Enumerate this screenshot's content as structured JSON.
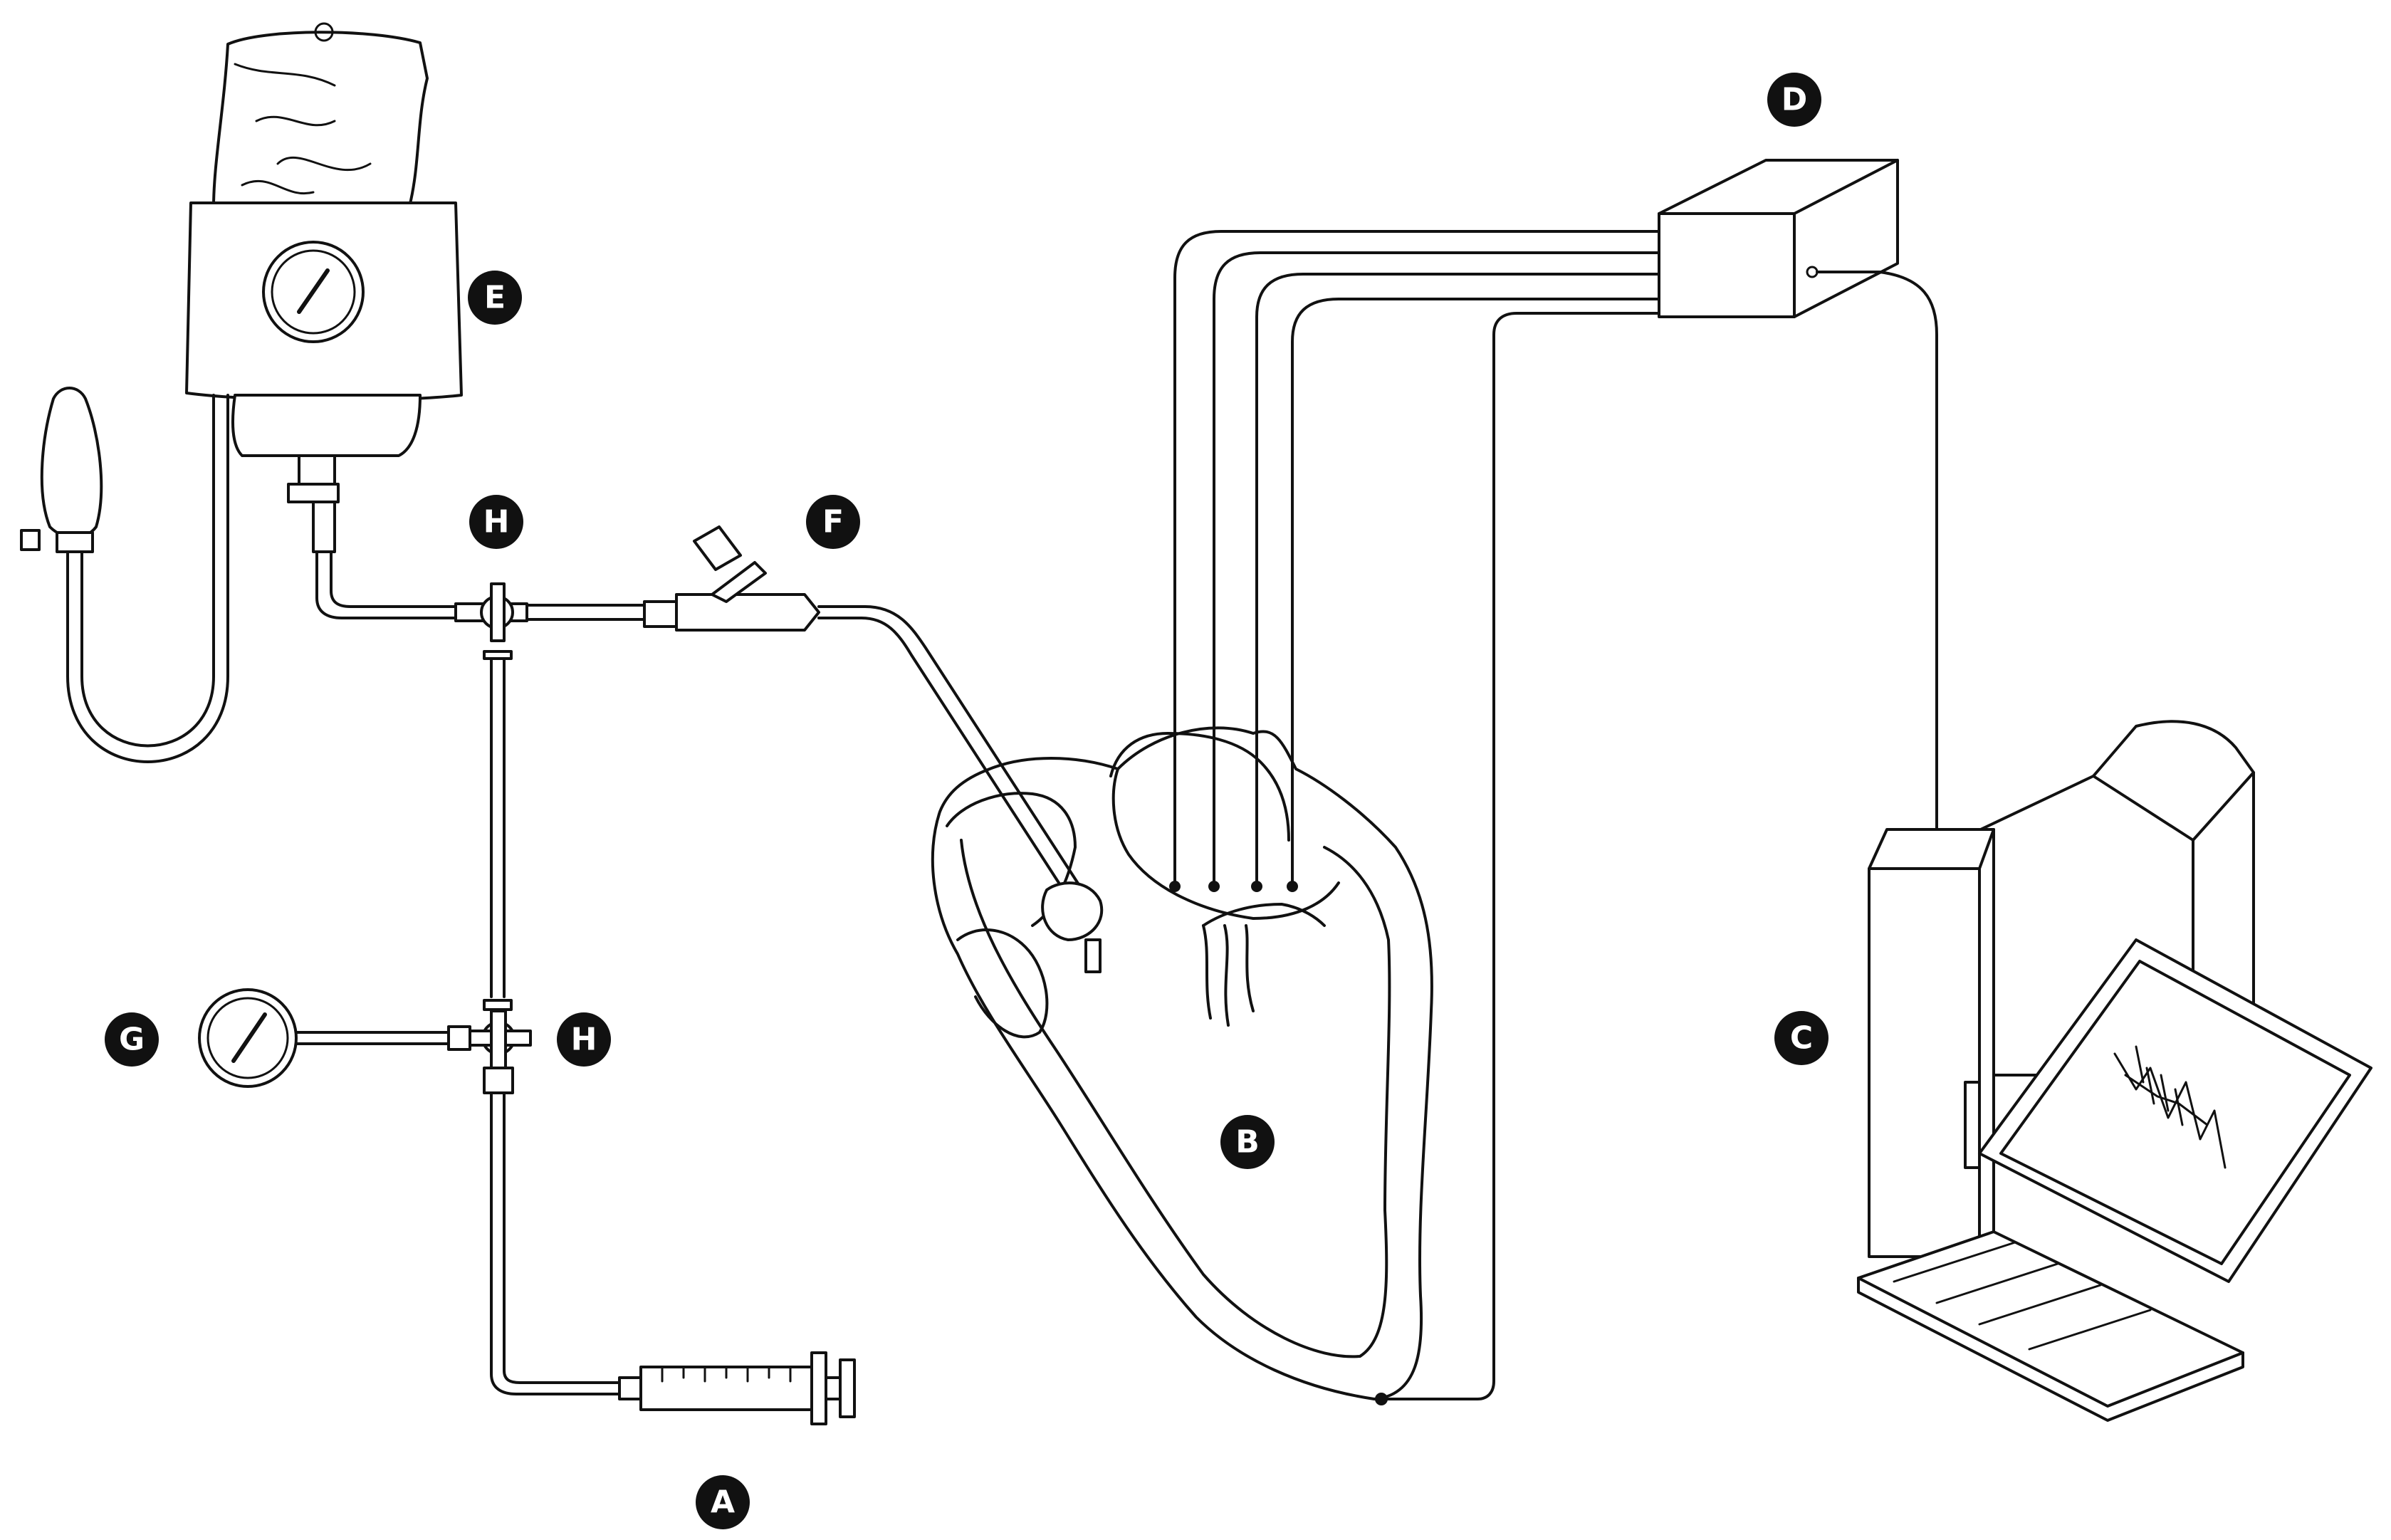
{
  "labels": {
    "A": "A",
    "B": "B",
    "C": "C",
    "D": "D",
    "E": "E",
    "F": "F",
    "G": "G",
    "H_top": "H",
    "H_bottom": "H"
  },
  "colors": {
    "line": "#111111",
    "badge": "#111111",
    "badge_text": "#ffffff",
    "background": "#ffffff"
  }
}
